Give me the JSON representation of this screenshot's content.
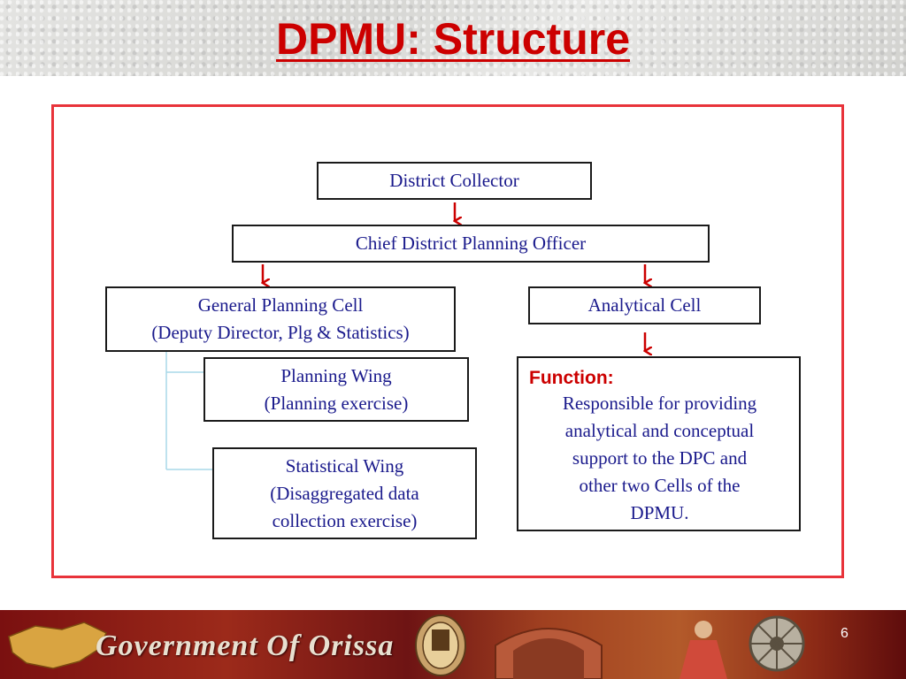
{
  "slide": {
    "title": "DPMU: Structure",
    "page_number": "6"
  },
  "org_chart": {
    "district_collector": "District Collector",
    "chief_planning_officer": "Chief District Planning Officer",
    "general_planning_cell": {
      "line1": "General Planning Cell",
      "line2": "(Deputy Director, Plg & Statistics)"
    },
    "analytical_cell": "Analytical Cell",
    "planning_wing": {
      "line1": "Planning Wing",
      "line2": "(Planning exercise)"
    },
    "statistical_wing": {
      "line1": "Statistical Wing",
      "line2": "(Disaggregated data",
      "line3": "collection exercise)"
    },
    "function_box": {
      "heading": "Function:",
      "line1": "Responsible for providing",
      "line2": "analytical and  conceptual",
      "line3": "support to  the DPC and",
      "line4": "other two Cells of the",
      "line5": "DPMU."
    }
  },
  "footer": {
    "banner_text": "Government Of Orissa"
  },
  "colors": {
    "title": "#cc0000",
    "frame_border": "#e8333a",
    "arrow": "#cc0000",
    "box_text": "#1a1a8c",
    "connector": "#a8d8e8"
  }
}
